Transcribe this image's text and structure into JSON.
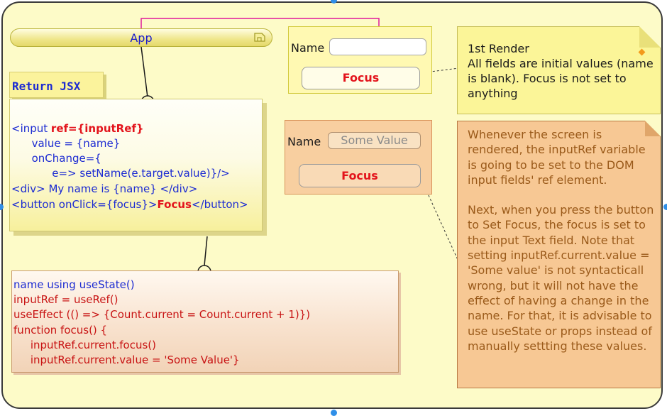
{
  "app": {
    "title": "App"
  },
  "jsx": {
    "header": "Return JSX",
    "lines": [
      {
        "a": "<input ",
        "b": "ref={inputRef}",
        "c": ""
      },
      {
        "a": "      value = {name}",
        "b": "",
        "c": ""
      },
      {
        "a": "      onChange={",
        "b": "",
        "c": ""
      },
      {
        "a": "            e=> setName(e.target.value)}/>",
        "b": "",
        "c": ""
      },
      {
        "a": "<div> My name is {name} </div>",
        "b": "",
        "c": ""
      },
      {
        "a": "<button onClick={focus}>",
        "b": "Focus",
        "c": "</button>"
      }
    ]
  },
  "state": {
    "lines": [
      "name using useState()",
      "inputRef = useRef()",
      "useEffect (() => {Count.current = Count.current + 1)})",
      "function focus() {",
      "     inputRef.current.focus()",
      "     inputRef.current.value = 'Some Value'}"
    ]
  },
  "frame_initial": {
    "name_label": "Name",
    "input_value": "",
    "button_label": "Focus"
  },
  "frame_after": {
    "name_label": "Name",
    "input_value": "Some Value",
    "button_label": "Focus"
  },
  "notes": {
    "first_render": {
      "text": "1st Render\nAll fields are initial values (name is blank). Focus is not set to anything"
    },
    "explanation": {
      "p1": "Whenever the screen is rendered, the inputRef variable is going to be set to the DOM input fields' ref element.",
      "p2": "Next, when you press the button to Set Focus, the focus is set to the input Text field. Note that setting inputRef.current.value = 'Some value' is not syntacticall wrong, but it will not have the effect of having a change in the name. For that, it is advisable to use useState or props instead of manually settting these values."
    }
  },
  "colors": {
    "canvas_bg": "#fdfbc8",
    "code_blue": "#1c2bd2",
    "code_red": "#e3141c",
    "note_orange_text": "#9a5a1a",
    "connector_pink": "#e0199a"
  }
}
